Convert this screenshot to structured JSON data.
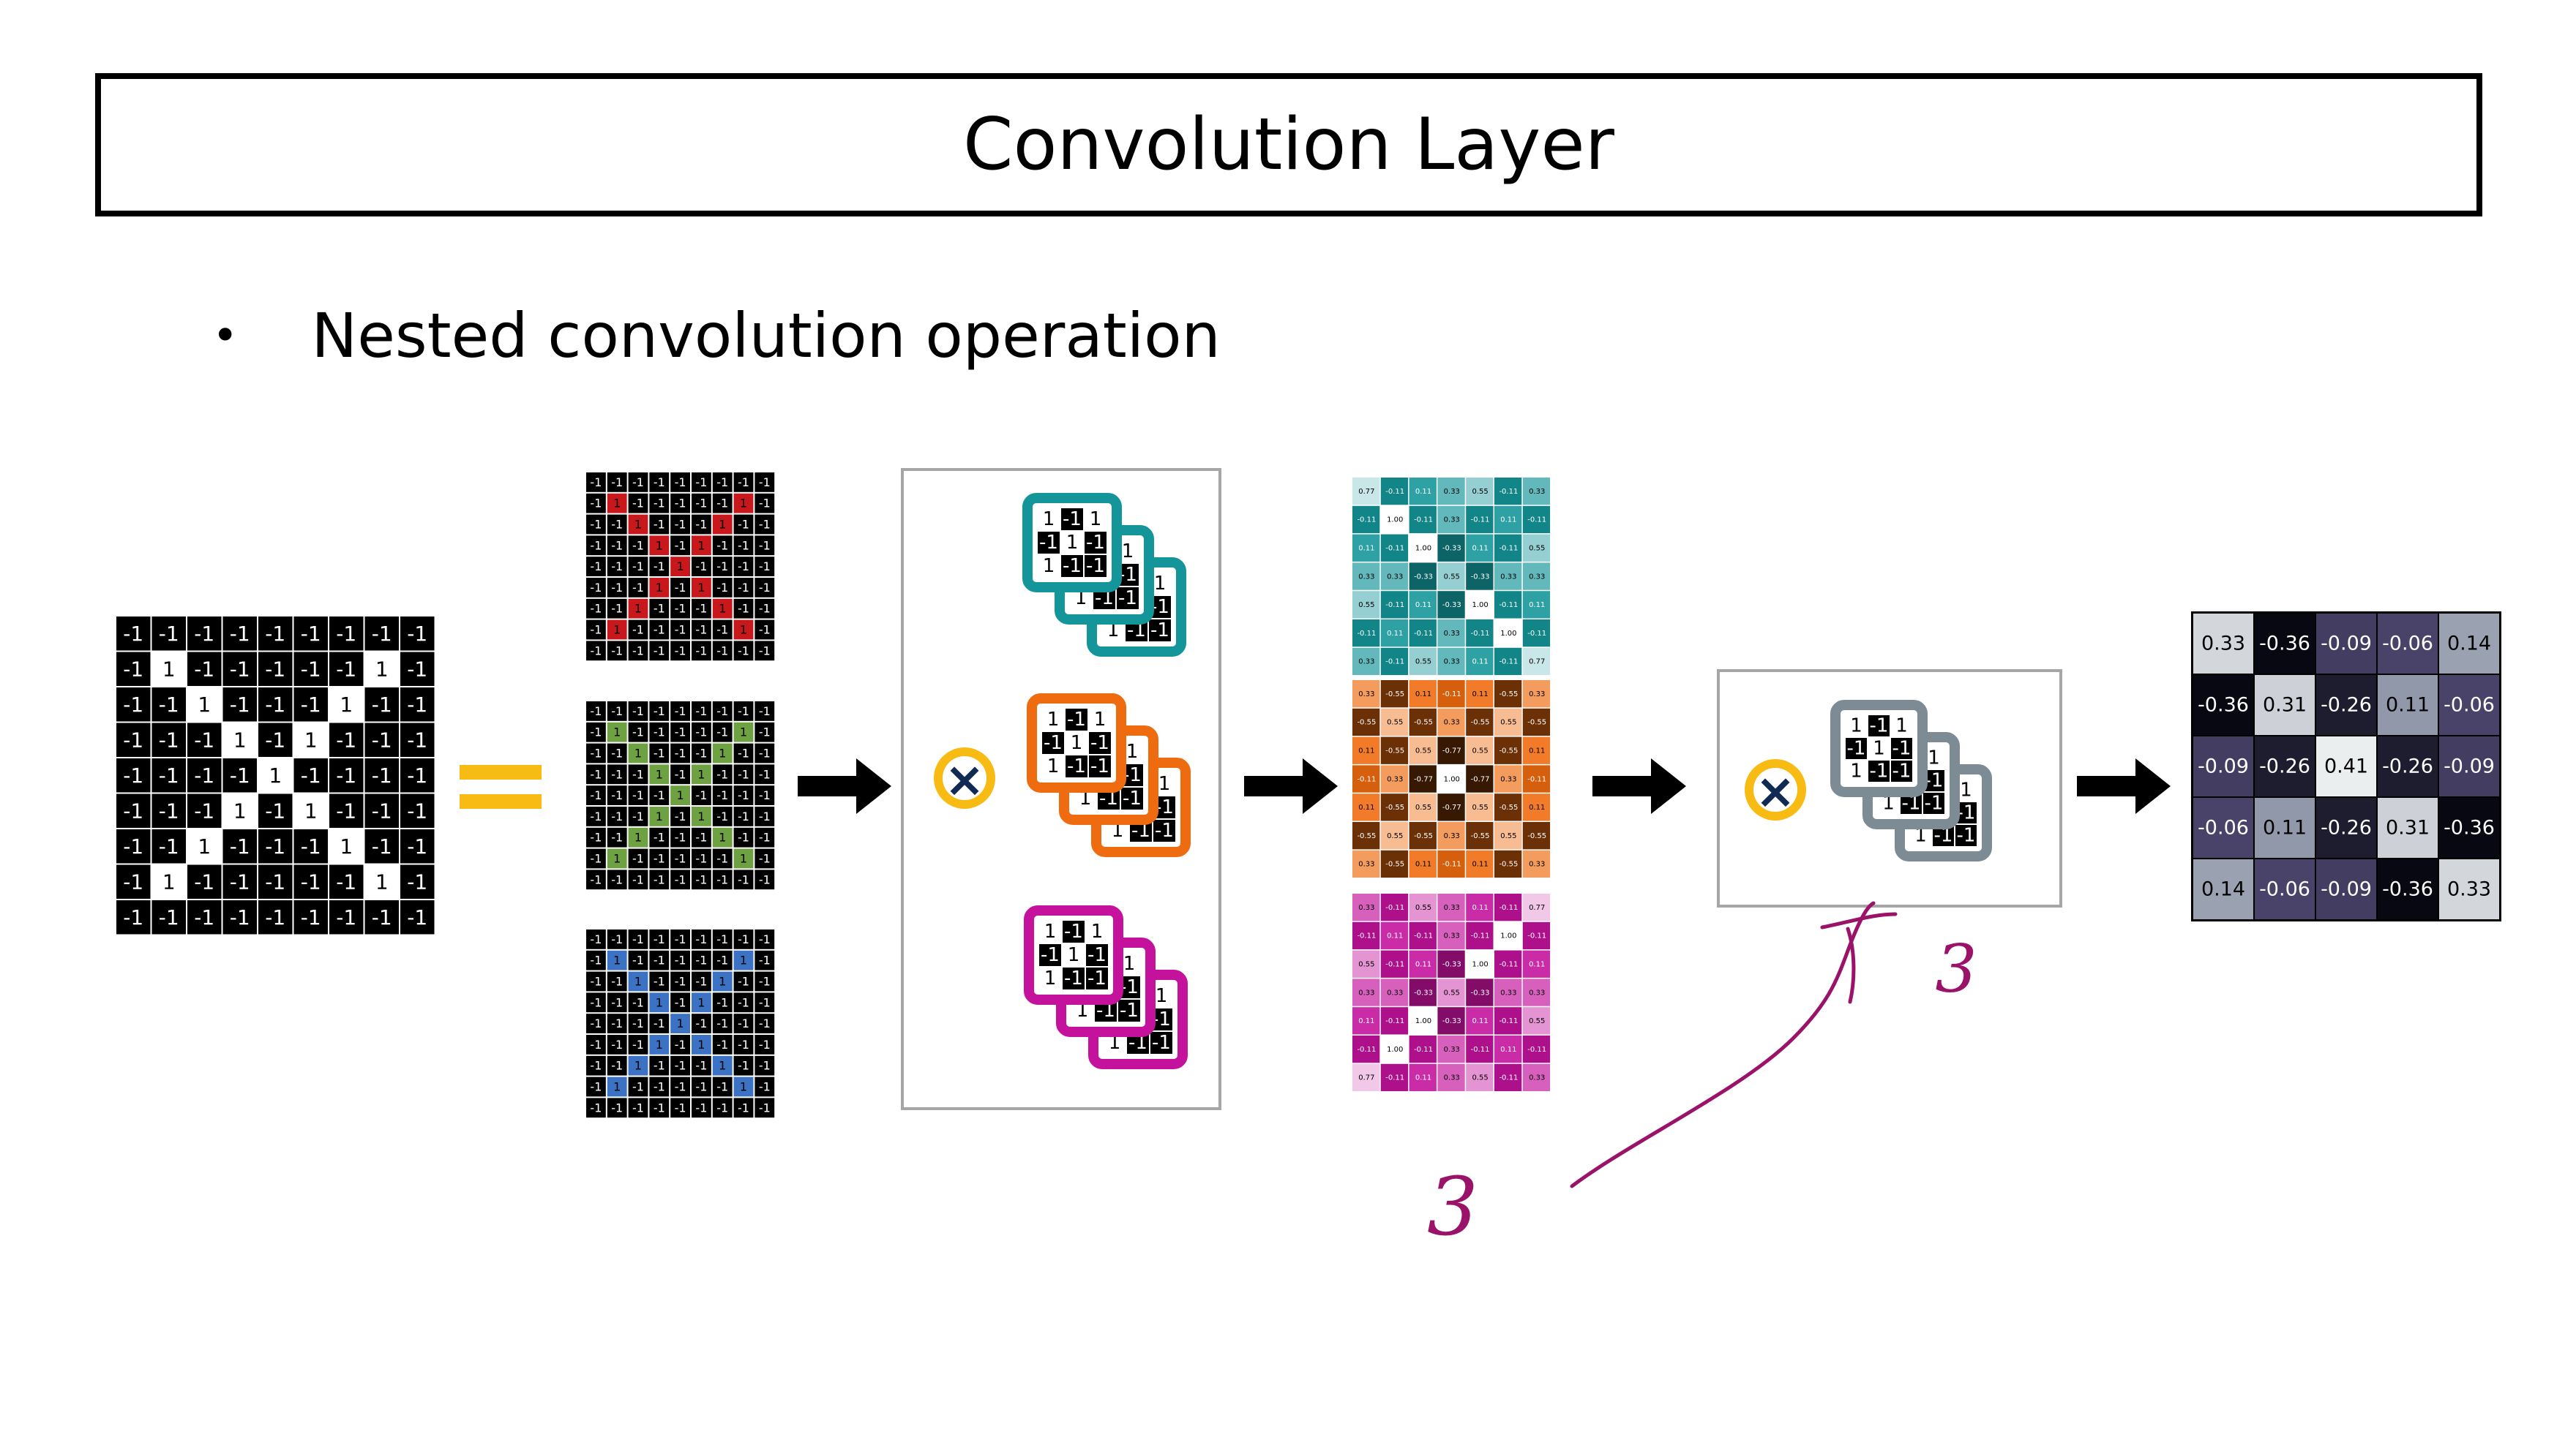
{
  "title": "Convolution Layer",
  "bullet": {
    "dot": "•",
    "text": "Nested convolution operation"
  },
  "input_image": [
    [
      -1,
      -1,
      -1,
      -1,
      -1,
      -1,
      -1,
      -1,
      -1
    ],
    [
      -1,
      1,
      -1,
      -1,
      -1,
      -1,
      -1,
      1,
      -1
    ],
    [
      -1,
      -1,
      1,
      -1,
      -1,
      -1,
      1,
      -1,
      -1
    ],
    [
      -1,
      -1,
      -1,
      1,
      -1,
      1,
      -1,
      -1,
      -1
    ],
    [
      -1,
      -1,
      -1,
      -1,
      1,
      -1,
      -1,
      -1,
      -1
    ],
    [
      -1,
      -1,
      -1,
      1,
      -1,
      1,
      -1,
      -1,
      -1
    ],
    [
      -1,
      -1,
      1,
      -1,
      -1,
      -1,
      1,
      -1,
      -1
    ],
    [
      -1,
      1,
      -1,
      -1,
      -1,
      -1,
      -1,
      1,
      -1
    ],
    [
      -1,
      -1,
      -1,
      -1,
      -1,
      -1,
      -1,
      -1,
      -1
    ]
  ],
  "channel_colors": [
    "#c8181b",
    "#6ea142",
    "#3b72c4"
  ],
  "filter_colors": [
    "#14959a",
    "#ef6b0f",
    "#c4129c"
  ],
  "second_filter_color": "#7c8b94",
  "times_symbol": "×",
  "kernel_front": [
    [
      "1",
      "-1",
      "1"
    ],
    [
      "-1",
      "1",
      "-1"
    ],
    [
      "1",
      "-1",
      "-1"
    ]
  ],
  "kernel_back_visible": [
    "1",
    "-1",
    "1"
  ],
  "feature_maps": [
    [
      [
        "0.77",
        "-0.11",
        "0.11",
        "0.33",
        "0.55",
        "-0.11",
        "0.33"
      ],
      [
        "-0.11",
        "1.00",
        "-0.11",
        "0.33",
        "-0.11",
        "0.11",
        "-0.11"
      ],
      [
        "0.11",
        "-0.11",
        "1.00",
        "-0.33",
        "0.11",
        "-0.11",
        "0.55"
      ],
      [
        "0.33",
        "0.33",
        "-0.33",
        "0.55",
        "-0.33",
        "0.33",
        "0.33"
      ],
      [
        "0.55",
        "-0.11",
        "0.11",
        "-0.33",
        "1.00",
        "-0.11",
        "0.11"
      ],
      [
        "-0.11",
        "0.11",
        "-0.11",
        "0.33",
        "-0.11",
        "1.00",
        "-0.11"
      ],
      [
        "0.33",
        "-0.11",
        "0.55",
        "0.33",
        "0.11",
        "-0.11",
        "0.77"
      ]
    ],
    [
      [
        "0.33",
        "-0.55",
        "0.11",
        "-0.11",
        "0.11",
        "-0.55",
        "0.33"
      ],
      [
        "-0.55",
        "0.55",
        "-0.55",
        "0.33",
        "-0.55",
        "0.55",
        "-0.55"
      ],
      [
        "0.11",
        "-0.55",
        "0.55",
        "-0.77",
        "0.55",
        "-0.55",
        "0.11"
      ],
      [
        "-0.11",
        "0.33",
        "-0.77",
        "1.00",
        "-0.77",
        "0.33",
        "-0.11"
      ],
      [
        "0.11",
        "-0.55",
        "0.55",
        "-0.77",
        "0.55",
        "-0.55",
        "0.11"
      ],
      [
        "-0.55",
        "0.55",
        "-0.55",
        "0.33",
        "-0.55",
        "0.55",
        "-0.55"
      ],
      [
        "0.33",
        "-0.55",
        "0.11",
        "-0.11",
        "0.11",
        "-0.55",
        "0.33"
      ]
    ],
    [
      [
        "0.33",
        "-0.11",
        "0.55",
        "0.33",
        "0.11",
        "-0.11",
        "0.77"
      ],
      [
        "-0.11",
        "0.11",
        "-0.11",
        "0.33",
        "-0.11",
        "1.00",
        "-0.11"
      ],
      [
        "0.55",
        "-0.11",
        "0.11",
        "-0.33",
        "1.00",
        "-0.11",
        "0.11"
      ],
      [
        "0.33",
        "0.33",
        "-0.33",
        "0.55",
        "-0.33",
        "0.33",
        "0.33"
      ],
      [
        "0.11",
        "-0.11",
        "1.00",
        "-0.33",
        "0.11",
        "-0.11",
        "0.55"
      ],
      [
        "-0.11",
        "1.00",
        "-0.11",
        "0.33",
        "-0.11",
        "0.11",
        "-0.11"
      ],
      [
        "0.77",
        "-0.11",
        "0.11",
        "0.33",
        "0.55",
        "-0.11",
        "0.33"
      ]
    ]
  ],
  "output_map": [
    [
      "0.33",
      "-0.36",
      "-0.09",
      "-0.06",
      "0.14"
    ],
    [
      "-0.36",
      "0.31",
      "-0.26",
      "0.11",
      "-0.06"
    ],
    [
      "-0.09",
      "-0.26",
      "0.41",
      "-0.26",
      "-0.09"
    ],
    [
      "-0.06",
      "0.11",
      "-0.26",
      "0.31",
      "-0.36"
    ],
    [
      "0.14",
      "-0.06",
      "-0.09",
      "-0.36",
      "0.33"
    ]
  ],
  "annotations": {
    "depth_label": "3",
    "count_label": "3"
  },
  "ink_color": "#9b1368"
}
